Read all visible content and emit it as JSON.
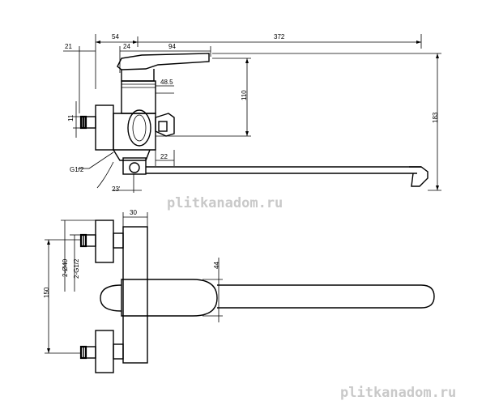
{
  "dimensions": {
    "d54": "54",
    "d372": "372",
    "d21": "21",
    "d24": "24",
    "d94": "94",
    "d48_5": "48.5",
    "d110": "110",
    "d183": "183",
    "d11": "11",
    "d22": "22",
    "g12_top": "G1/2",
    "d23": "23'",
    "d30": "30",
    "d44": "44",
    "d150": "150",
    "phi40": "2-Ø40",
    "g12_bottom": "2-G1/2"
  },
  "watermarks": {
    "center": "plitkanadom.ru",
    "bottom": "plitkanadom.ru"
  }
}
